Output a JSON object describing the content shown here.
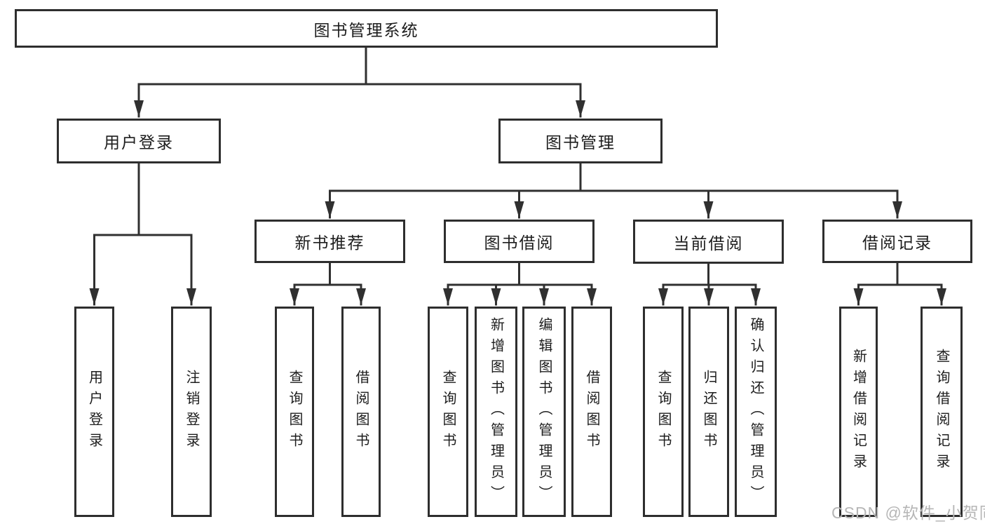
{
  "diagram_type": "hierarchy-tree",
  "colors": {
    "line": "#303030",
    "node_border": "#2e2e2e",
    "node_text": "#1d1d1d",
    "background": "#ffffff",
    "watermark": "#b6b6b6"
  },
  "watermark": {
    "text": "CSDN @软件_小贺同学"
  },
  "tree": {
    "label": "图书管理系统",
    "children": [
      {
        "label": "用户登录",
        "children": [
          {
            "label": "用户登录"
          },
          {
            "label": "注销登录"
          }
        ]
      },
      {
        "label": "图书管理",
        "children": [
          {
            "label": "新书推荐",
            "children": [
              {
                "label": "查询图书"
              },
              {
                "label": "借阅图书"
              }
            ]
          },
          {
            "label": "图书借阅",
            "children": [
              {
                "label": "查询图书"
              },
              {
                "label": "新增图书（管理员）"
              },
              {
                "label": "编辑图书（管理员）"
              },
              {
                "label": "借阅图书"
              }
            ]
          },
          {
            "label": "当前借阅",
            "children": [
              {
                "label": "查询图书"
              },
              {
                "label": "归还图书"
              },
              {
                "label": "确认归还（管理员）"
              }
            ]
          },
          {
            "label": "借阅记录",
            "children": [
              {
                "label": "新增借阅记录"
              },
              {
                "label": "查询借阅记录"
              }
            ]
          }
        ]
      }
    ]
  }
}
